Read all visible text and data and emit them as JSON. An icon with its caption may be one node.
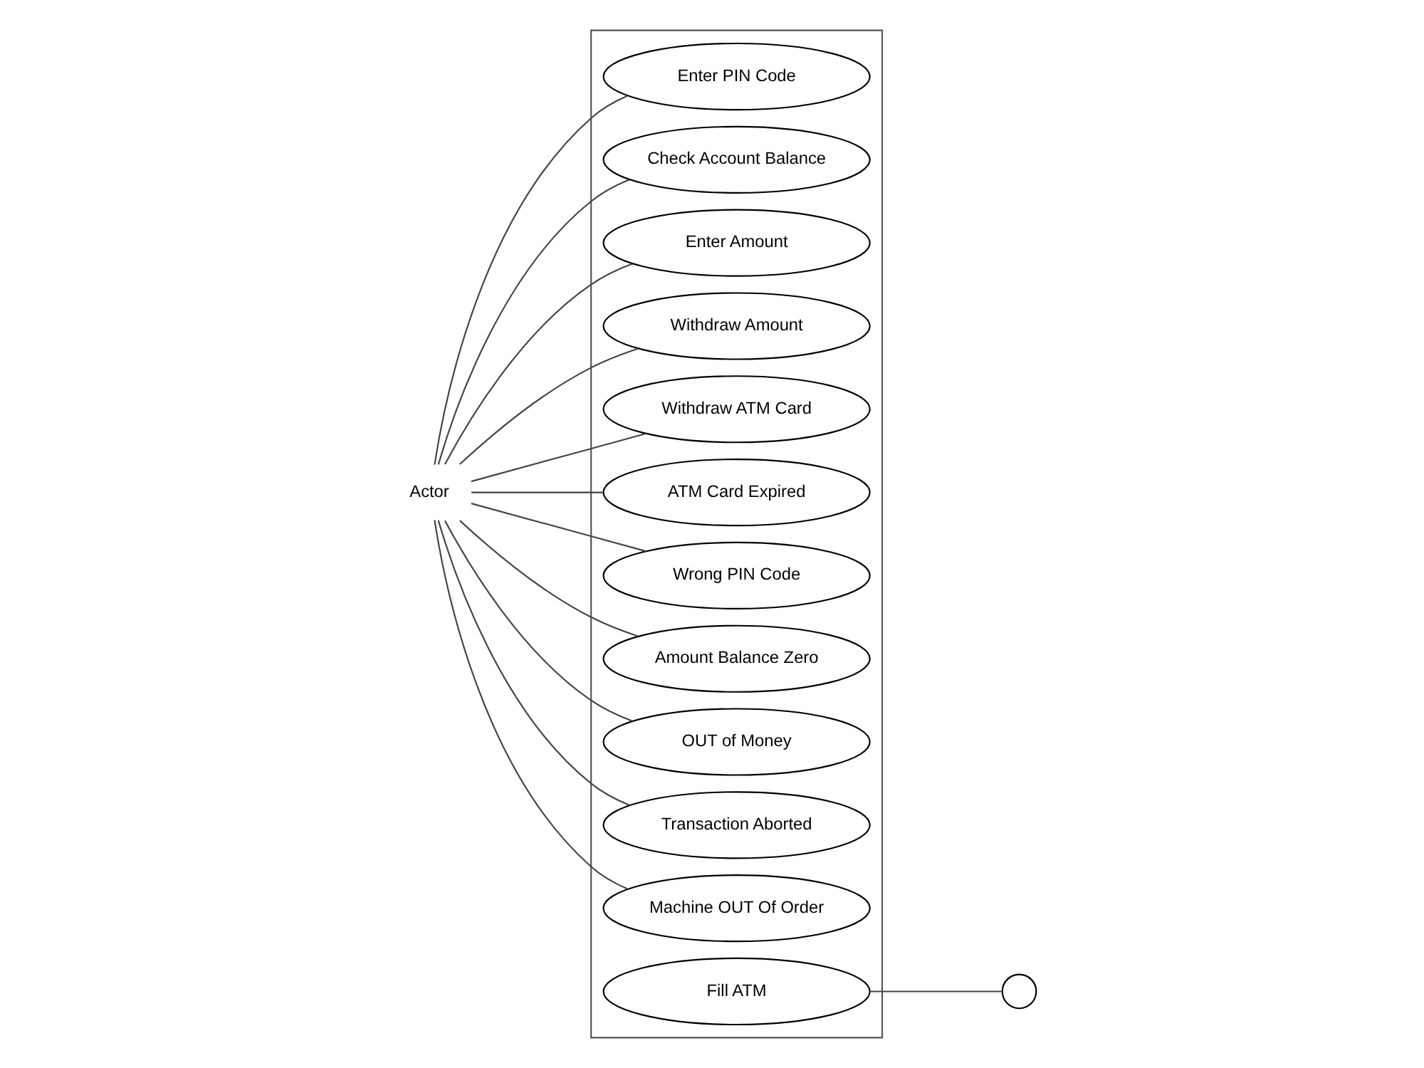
{
  "diagram": {
    "nodes": [
      {
        "text": [],
        "shape": "box"
      },
      {
        "text": [
          "Actor"
        ]
      },
      {
        "text": [
          "Enter PIN Code"
        ],
        "in": 0
      },
      {
        "text": [
          "Check Account Balance"
        ],
        "in": 0
      },
      {
        "text": [
          "Enter Amount"
        ],
        "in": 0
      },
      {
        "text": [
          "Withdraw Amount"
        ],
        "in": 0
      },
      {
        "text": [
          "Withdraw ATM Card"
        ],
        "in": 0
      },
      {
        "text": [
          "ATM Card Expired"
        ],
        "in": 0
      },
      {
        "text": [
          "Wrong PIN Code"
        ],
        "in": 0
      },
      {
        "text": [
          "Amount Balance Zero"
        ],
        "in": 0
      },
      {
        "text": [
          "OUT of Money"
        ],
        "in": 0
      },
      {
        "text": [
          "Transaction Aborted"
        ],
        "in": 0
      },
      {
        "text": [
          "Machine OUT Of Order"
        ],
        "in": 0
      },
      {
        "text": [
          "Fill ATM"
        ],
        "in": 0
      },
      {
        "text": [],
        "shape": "person"
      }
    ],
    "edges": [
      {
        "from": 1,
        "to": 2,
        "arrow": "none"
      },
      {
        "from": 1,
        "to": 3,
        "arrow": "none"
      },
      {
        "from": 1,
        "to": 4,
        "arrow": "none"
      },
      {
        "from": 1,
        "to": 5,
        "arrow": "none"
      },
      {
        "from": 1,
        "to": 6,
        "arrow": "none"
      },
      {
        "from": 1,
        "to": 7,
        "arrow": "none"
      },
      {
        "from": 1,
        "to": 8,
        "arrow": "none"
      },
      {
        "from": 1,
        "to": 9,
        "arrow": "none"
      },
      {
        "from": 1,
        "to": 10,
        "arrow": "none"
      },
      {
        "from": 1,
        "to": 11,
        "arrow": "none"
      },
      {
        "from": 1,
        "to": 12,
        "arrow": "none"
      },
      {
        "from": 13,
        "to": 14,
        "arrow": "none"
      }
    ]
  }
}
